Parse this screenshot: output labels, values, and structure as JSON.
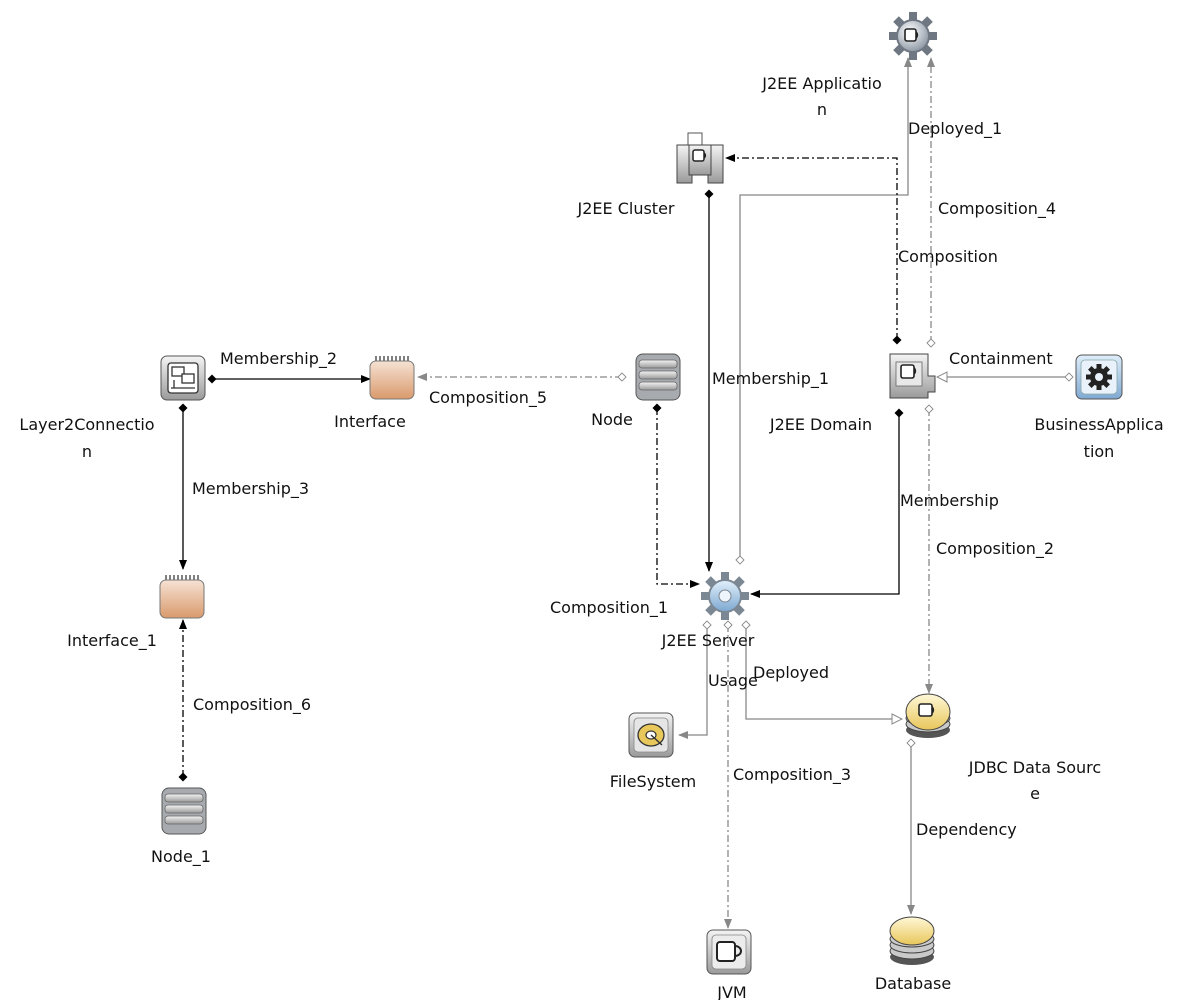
{
  "diagram": {
    "nodes": [
      {
        "id": "j2ee_application",
        "label_lines": [
          "J2EE Applicatio",
          "n"
        ],
        "icon": "gear-cup-icon"
      },
      {
        "id": "j2ee_cluster",
        "label_lines": [
          "J2EE Cluster"
        ],
        "icon": "cluster-cup-icon"
      },
      {
        "id": "layer2connection",
        "label_lines": [
          "Layer2Connectio",
          "n"
        ],
        "icon": "network-computers-icon"
      },
      {
        "id": "interface",
        "label_lines": [
          "Interface"
        ],
        "icon": "interface-card-icon"
      },
      {
        "id": "node",
        "label_lines": [
          "Node"
        ],
        "icon": "server-stack-icon"
      },
      {
        "id": "j2ee_domain",
        "label_lines": [
          "J2EE Domain"
        ],
        "icon": "domain-cup-icon"
      },
      {
        "id": "business_application",
        "label_lines": [
          "BusinessApplica",
          "tion"
        ],
        "icon": "business-gear-icon"
      },
      {
        "id": "interface_1",
        "label_lines": [
          "Interface_1"
        ],
        "icon": "interface-card-icon"
      },
      {
        "id": "j2ee_server",
        "label_lines": [
          "J2EE Server"
        ],
        "icon": "gear-server-icon"
      },
      {
        "id": "node_1",
        "label_lines": [
          "Node_1"
        ],
        "icon": "server-stack-icon"
      },
      {
        "id": "filesystem",
        "label_lines": [
          "FileSystem"
        ],
        "icon": "disk-icon"
      },
      {
        "id": "jdbc_data_source",
        "label_lines": [
          "JDBC Data Sourc",
          "e"
        ],
        "icon": "jdbc-cup-icon"
      },
      {
        "id": "jvm",
        "label_lines": [
          "JVM"
        ],
        "icon": "jvm-cup-icon"
      },
      {
        "id": "database",
        "label_lines": [
          "Database"
        ],
        "icon": "database-icon"
      }
    ],
    "edges": [
      {
        "id": "deployed_1",
        "label": "Deployed_1",
        "style": "solid-gray"
      },
      {
        "id": "composition_4",
        "label": "Composition_4",
        "style": "dashdot-gray"
      },
      {
        "id": "composition",
        "label": "Composition",
        "style": "dashdot-black"
      },
      {
        "id": "membership_1",
        "label": "Membership_1",
        "style": "solid-black"
      },
      {
        "id": "membership_2",
        "label": "Membership_2",
        "style": "solid-black"
      },
      {
        "id": "composition_5",
        "label": "Composition_5",
        "style": "dashdot-gray"
      },
      {
        "id": "containment",
        "label": "Containment",
        "style": "solid-gray"
      },
      {
        "id": "membership_3",
        "label": "Membership_3",
        "style": "solid-black"
      },
      {
        "id": "membership",
        "label": "Membership",
        "style": "solid-black"
      },
      {
        "id": "composition_2",
        "label": "Composition_2",
        "style": "dashdot-gray"
      },
      {
        "id": "composition_1",
        "label": "Composition_1",
        "style": "dashdot-black"
      },
      {
        "id": "usage",
        "label": "Usage",
        "style": "solid-gray"
      },
      {
        "id": "deployed",
        "label": "Deployed",
        "style": "solid-gray"
      },
      {
        "id": "composition_6",
        "label": "Composition_6",
        "style": "dashdot-black"
      },
      {
        "id": "composition_3",
        "label": "Composition_3",
        "style": "dashdot-gray"
      },
      {
        "id": "dependency",
        "label": "Dependency",
        "style": "solid-gray"
      }
    ]
  }
}
